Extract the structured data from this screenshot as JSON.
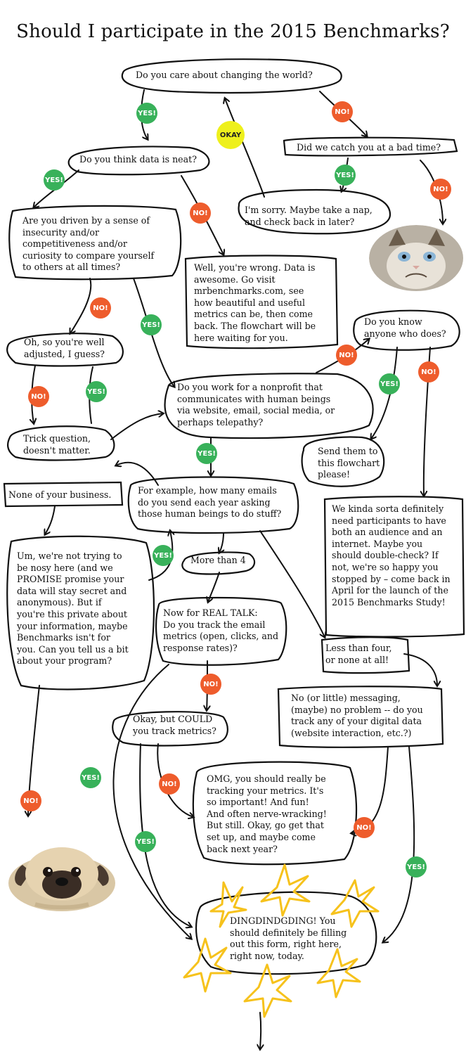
{
  "title": "Should I participate in the 2015 Benchmarks?",
  "nodes": {
    "q_change_world": [
      "Do you care about changing the world?"
    ],
    "q_bad_time": [
      "Did  we catch you at a bad time?"
    ],
    "q_data_neat": [
      "Do you think data is neat?"
    ],
    "r_sorry_nap": [
      "I'm sorry. Maybe take a nap,",
      "and check back in later?"
    ],
    "q_driven": [
      "Are you driven by a sense of",
      "insecurity and/or",
      "competitiveness and/or",
      "curiosity to compare yourself",
      "to others at all times?"
    ],
    "r_data_awesome": [
      "Well, you're wrong. Data is",
      "awesome. Go visit",
      "mrbenchmarks.com, see",
      "how beautiful and useful",
      "metrics can be, then come",
      "back. The flowchart will be",
      "here waiting for you."
    ],
    "q_know_anyone": [
      "Do you know",
      "anyone who does?"
    ],
    "q_well_adjusted": [
      "Oh, so you're well",
      "adjusted, I guess?"
    ],
    "q_nonprofit": [
      "Do you work for a nonprofit that",
      "communicates with human beings",
      "via website, email, social media, or",
      "perhaps telepathy?"
    ],
    "r_trick_question": [
      "Trick question,",
      "doesn't matter."
    ],
    "r_send_them": [
      "Send them to",
      "this flowchart",
      "please!"
    ],
    "a_none_business": [
      "None of your business."
    ],
    "q_how_many_emails": [
      "For example, how many emails",
      "do you send each year asking",
      "those human beings to do stuff?"
    ],
    "r_need_participants": [
      "We kinda sorta definitely",
      "need participants to have",
      "both an audience and an",
      "internet. Maybe you",
      "should double-check? If",
      "not, we're so happy you",
      "stopped by – come back in",
      "April for the launch of the",
      "2015 Benchmarks Study!"
    ],
    "r_not_nosy": [
      "Um, we're not trying to",
      "be nosy here (and we",
      "PROMISE promise your",
      "data will stay secret and",
      "anonymous). But if",
      "you're this private about",
      "your information, maybe",
      "Benchmarks isn't for",
      "you. Can you tell us a bit",
      "about your program?"
    ],
    "a_more_than_4": [
      "More than 4"
    ],
    "q_real_talk": [
      "Now for REAL TALK:",
      "Do you track the email",
      "metrics (open, clicks, and",
      "response rates)?"
    ],
    "a_less_than_four": [
      "Less than four,",
      "or none at all!"
    ],
    "q_little_messaging": [
      "No (or little) messaging,",
      "(maybe) no problem -- do you",
      "track any of your digital data",
      "(website interaction, etc.?)"
    ],
    "q_could_track": [
      "Okay, but COULD",
      "you track metrics?"
    ],
    "r_omg": [
      "OMG, you should really be",
      "tracking your metrics. It's",
      "so important! And fun!",
      "And often nerve-wracking!",
      "But still. Okay, go get that",
      "set up, and maybe come",
      "back next year?"
    ],
    "r_dingding": [
      "DINGDINDGDING! You",
      "should definitely be filling",
      "out this form, right here,",
      "right now, today."
    ]
  },
  "labels": {
    "yes": "YES!",
    "no": "NO!",
    "okay": "OKAY"
  },
  "photos": {
    "grumpy_cat": "grumpy-cat-photo",
    "pug": "pug-photo"
  },
  "colors": {
    "yes": "#38b15a",
    "no": "#ee5c2c",
    "okay": "#eef01c",
    "stars": "#f6c21c",
    "ink": "#111111"
  }
}
